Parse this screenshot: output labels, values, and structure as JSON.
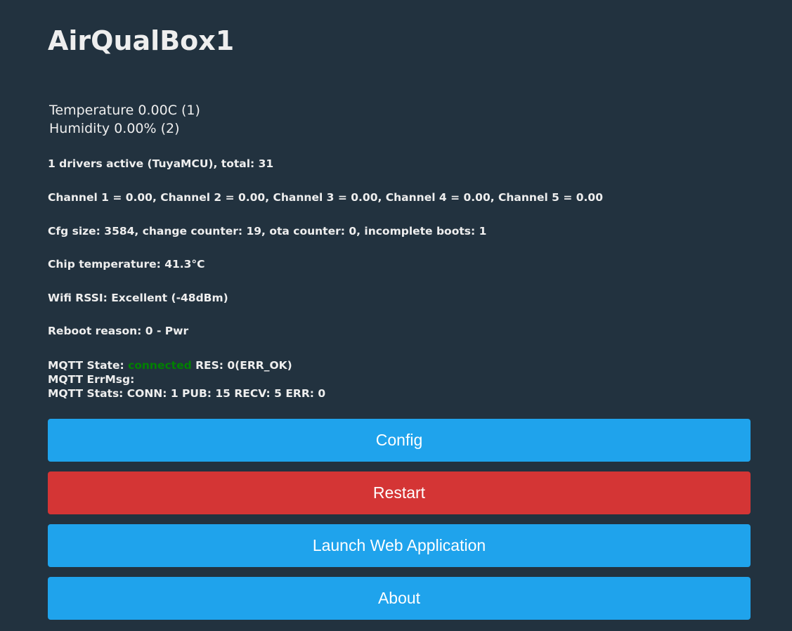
{
  "title": "AirQualBox1",
  "sensors": {
    "temperature": "Temperature 0.00C (1)",
    "humidity": "Humidity 0.00% (2)"
  },
  "status": {
    "drivers": "1 drivers active (TuyaMCU), total: 31",
    "channels": "Channel 1 = 0.00, Channel 2 = 0.00, Channel 3 = 0.00, Channel 4 = 0.00, Channel 5 = 0.00",
    "cfg": "Cfg size: 3584, change counter: 19, ota counter: 0, incomplete boots: 1",
    "chip_temp": "Chip temperature: 41.3°C",
    "wifi": "Wifi RSSI: Excellent (-48dBm)",
    "reboot": "Reboot reason: 0 - Pwr"
  },
  "mqtt": {
    "state_label": "MQTT State:",
    "state_value": "connected",
    "state_res": "RES: 0(ERR_OK)",
    "errmsg": "MQTT ErrMsg:",
    "stats": "MQTT Stats: CONN: 1 PUB: 15 RECV: 5 ERR: 0",
    "state_color": "#008000"
  },
  "buttons": {
    "config": "Config",
    "restart": "Restart",
    "webapp": "Launch Web Application",
    "about": "About"
  },
  "colors": {
    "background": "#22323f",
    "primary": "#1fa3ec",
    "danger": "#d43535"
  }
}
